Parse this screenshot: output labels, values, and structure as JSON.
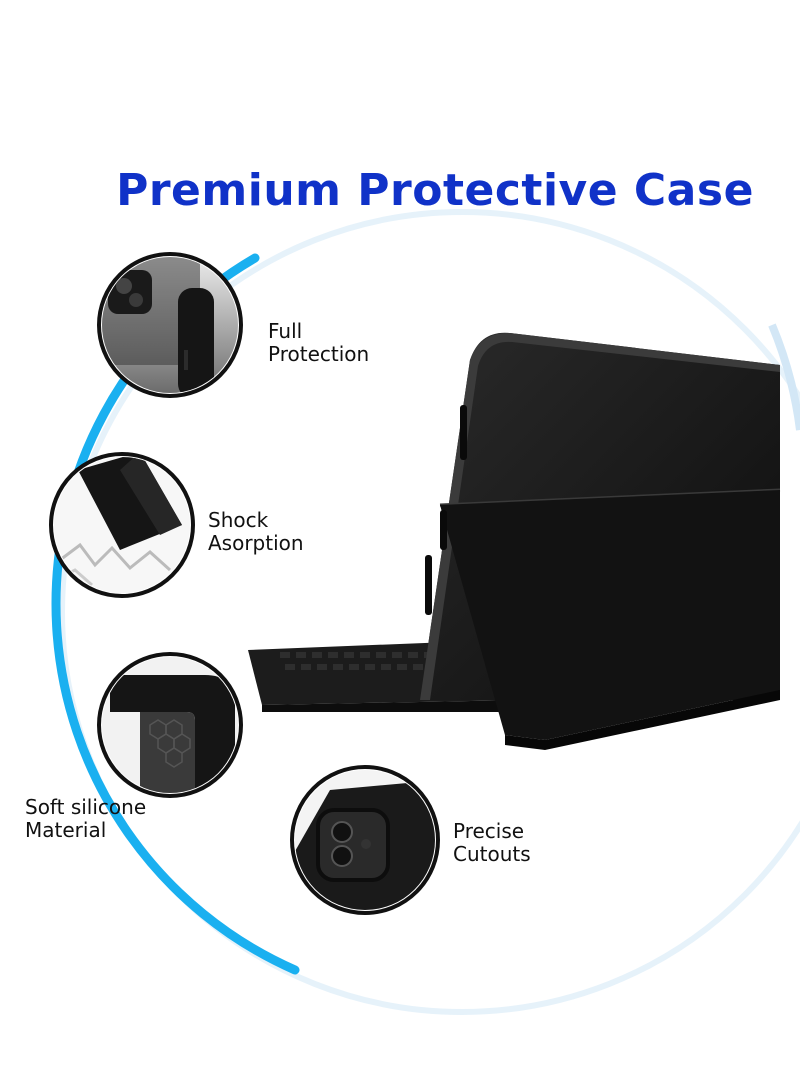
{
  "title": "Premium Protective Case",
  "features": [
    {
      "line1": "Full",
      "line2": "Protection"
    },
    {
      "line1": "Shock",
      "line2": "Asorption"
    },
    {
      "line1": "Soft silicone",
      "line2": "Material"
    },
    {
      "line1": "Precise",
      "line2": "Cutouts"
    }
  ],
  "colors": {
    "title": "#1032c8",
    "accent_blue": "#1ab0f0",
    "case_black": "#141414",
    "ring_shadow": "#cfe6f6"
  }
}
